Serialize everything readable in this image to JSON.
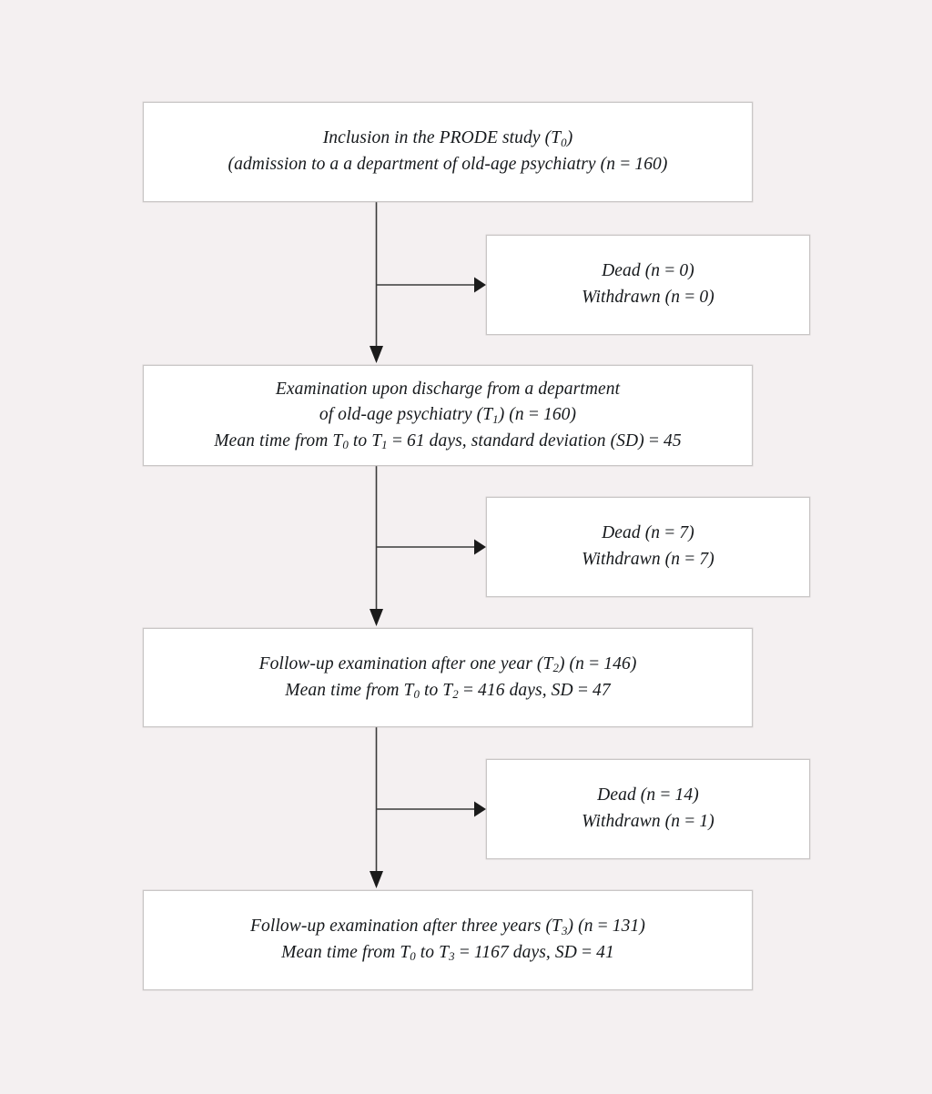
{
  "figure": {
    "type": "study-flow-diagram",
    "background_color": "#f4f0f1",
    "box_fill_color": "#ffffff",
    "box_border_color": "#c9c6c6",
    "connector_color": "#3a3a3a"
  },
  "nodes": {
    "t0": {
      "line1": "Inclusion in the PRODE study (T",
      "line1_sub": "0",
      "line1_end": ")",
      "line2": "(admission to a a department of old-age psychiatry (n = 160)"
    },
    "t1": {
      "line1": "Examination upon discharge from a department",
      "line2_a": "of old-age psychiatry (T",
      "line2_sub": "1",
      "line2_b": ") (n = 160)",
      "line3_a": "Mean time from T",
      "line3_sub1": "0",
      "line3_b": " to T",
      "line3_sub2": "1",
      "line3_c": " = 61 days, standard deviation (SD) = 45"
    },
    "t2": {
      "line1_a": "Follow-up examination after one year (T",
      "line1_sub": "2",
      "line1_b": ") (n = 146)",
      "line2_a": "Mean time from T",
      "line2_sub1": "0",
      "line2_b": " to T",
      "line2_sub2": "2",
      "line2_c": " = 416 days, SD = 47"
    },
    "t3": {
      "line1_a": "Follow-up examination after three years (T",
      "line1_sub": "3",
      "line1_b": ") (n = 131)",
      "line2_a": "Mean time from T",
      "line2_sub1": "0",
      "line2_b": " to T",
      "line2_sub2": "3",
      "line2_c": " = 1167 days, SD = 41"
    },
    "loss1": {
      "line1": "Dead (n = 0)",
      "line2": "Withdrawn (n = 0)"
    },
    "loss2": {
      "line1": "Dead (n = 7)",
      "line2": "Withdrawn (n = 7)"
    },
    "loss3": {
      "line1": "Dead (n = 14)",
      "line2": "Withdrawn (n = 1)"
    }
  },
  "chart_data": {
    "type": "flowchart",
    "title": "PRODE study participant flow",
    "timepoints": [
      {
        "id": "T0",
        "label": "Inclusion in the PRODE study",
        "detail": "admission to a a department of old-age psychiatry",
        "n": 160,
        "mean_days_from_T0": 0,
        "sd": null
      },
      {
        "id": "T1",
        "label": "Examination upon discharge from a department of old-age psychiatry",
        "detail": "",
        "n": 160,
        "mean_days_from_T0": 61,
        "sd": 45
      },
      {
        "id": "T2",
        "label": "Follow-up examination after one year",
        "detail": "",
        "n": 146,
        "mean_days_from_T0": 416,
        "sd": 47
      },
      {
        "id": "T3",
        "label": "Follow-up examination after three years",
        "detail": "",
        "n": 131,
        "mean_days_from_T0": 1167,
        "sd": 41
      }
    ],
    "attrition": [
      {
        "between": "T0-T1",
        "dead": 0,
        "withdrawn": 0
      },
      {
        "between": "T1-T2",
        "dead": 7,
        "withdrawn": 7
      },
      {
        "between": "T2-T3",
        "dead": 14,
        "withdrawn": 1
      }
    ]
  }
}
